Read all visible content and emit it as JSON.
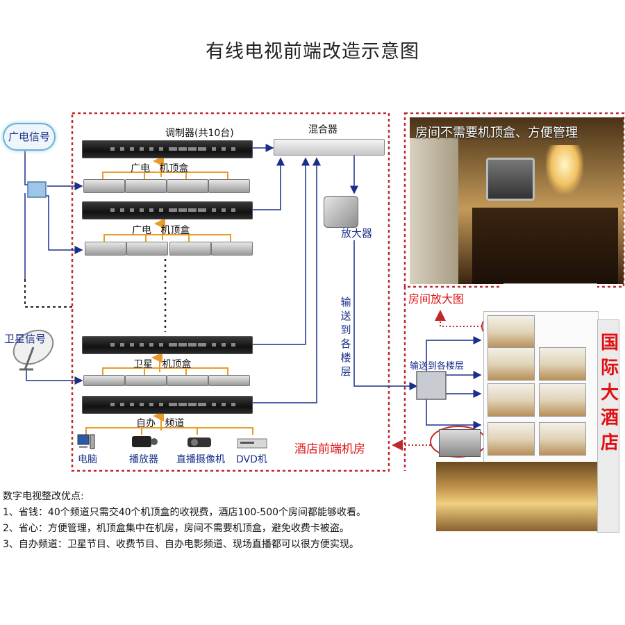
{
  "title": "有线电视前端改造示意图",
  "sources": {
    "broadcast": "广电信号",
    "satellite": "卫星信号"
  },
  "modulator_label": "调制器(共10台)",
  "mixer_label": "混合器",
  "amplifier_label": "放大器",
  "stb_labels": {
    "broadcast_prefix": "广电",
    "broadcast_suffix": "机顶盒",
    "satellite_prefix": "卫星",
    "satellite_suffix": "机顶盒",
    "self_prefix": "自办",
    "self_suffix": "频道"
  },
  "devices": [
    "电脑",
    "播放器",
    "直播摄像机",
    "DVD机"
  ],
  "vertical_text": [
    "输",
    "送",
    "到",
    "各",
    "楼",
    "层"
  ],
  "splitter_label": "输送到各楼层",
  "room_photo_caption": "房间不需要机顶盒、方便管理",
  "room_amp_label": "房间放大图",
  "front_room_label": "酒店前端机房",
  "hotel_sign": [
    "国",
    "际",
    "大",
    "酒",
    "店"
  ],
  "advantages": {
    "heading": "数字电视整改优点:",
    "items": [
      "1、省钱：40个频道只需交40个机顶盒的收视费，酒店100-500个房间都能够收看。",
      "2、省心：方便管理，机顶盒集中在机房，房间不需要机顶盒，避免收费卡被盗。",
      "3、自办频道：卫星节目、收费节目、自办电影频道、现场直播都可以很方便实现。"
    ]
  },
  "colors": {
    "dashed_border": "#c0282c",
    "link_line": "#1a2f8a",
    "orange_tree": "#e89a2a",
    "label_blue": "#1a2f8a",
    "highlight_red": "#e01010"
  }
}
